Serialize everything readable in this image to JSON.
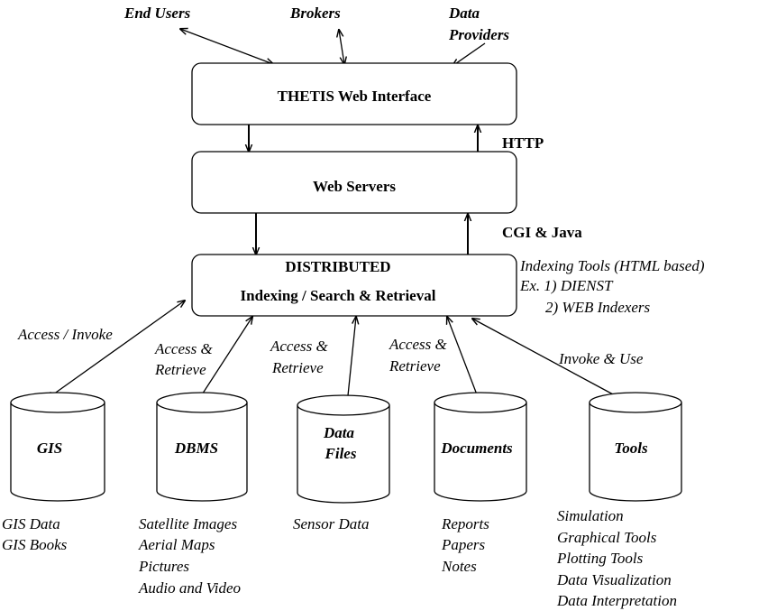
{
  "actors": {
    "end_users": "End Users",
    "brokers": "Brokers",
    "data_providers_line1": "Data",
    "data_providers_line2": "Providers"
  },
  "boxes": {
    "web_interface": "THETIS Web Interface",
    "web_servers": "Web Servers",
    "distributed_line1": "DISTRIBUTED",
    "distributed_line2": "Indexing / Search & Retrieval"
  },
  "protocols": {
    "http": "HTTP",
    "cgi_java": "CGI & Java"
  },
  "indexing_note": {
    "line1": "Indexing Tools (HTML based)",
    "line2": "Ex. 1) DIENST",
    "line3": "2) WEB Indexers"
  },
  "links": {
    "gis": "Access / Invoke",
    "dbms_line1": "Access &",
    "dbms_line2": "Retrieve",
    "datafiles_line1": "Access &",
    "datafiles_line2": "Retrieve",
    "documents_line1": "Access &",
    "documents_line2": "Retrieve",
    "tools": "Invoke & Use"
  },
  "stores": {
    "gis": "GIS",
    "dbms": "DBMS",
    "datafiles_line1": "Data",
    "datafiles_line2": "Files",
    "documents": "Documents",
    "tools": "Tools"
  },
  "contents": {
    "gis": [
      "GIS Data",
      "GIS Books"
    ],
    "dbms": [
      "Satellite Images",
      "Aerial Maps",
      "Pictures",
      "Audio and Video"
    ],
    "datafiles": [
      "Sensor Data"
    ],
    "documents": [
      "Reports",
      "Papers",
      "Notes"
    ],
    "tools": [
      "Simulation",
      "Graphical Tools",
      "Plotting Tools",
      "Data Visualization",
      "Data Interpretation"
    ]
  }
}
